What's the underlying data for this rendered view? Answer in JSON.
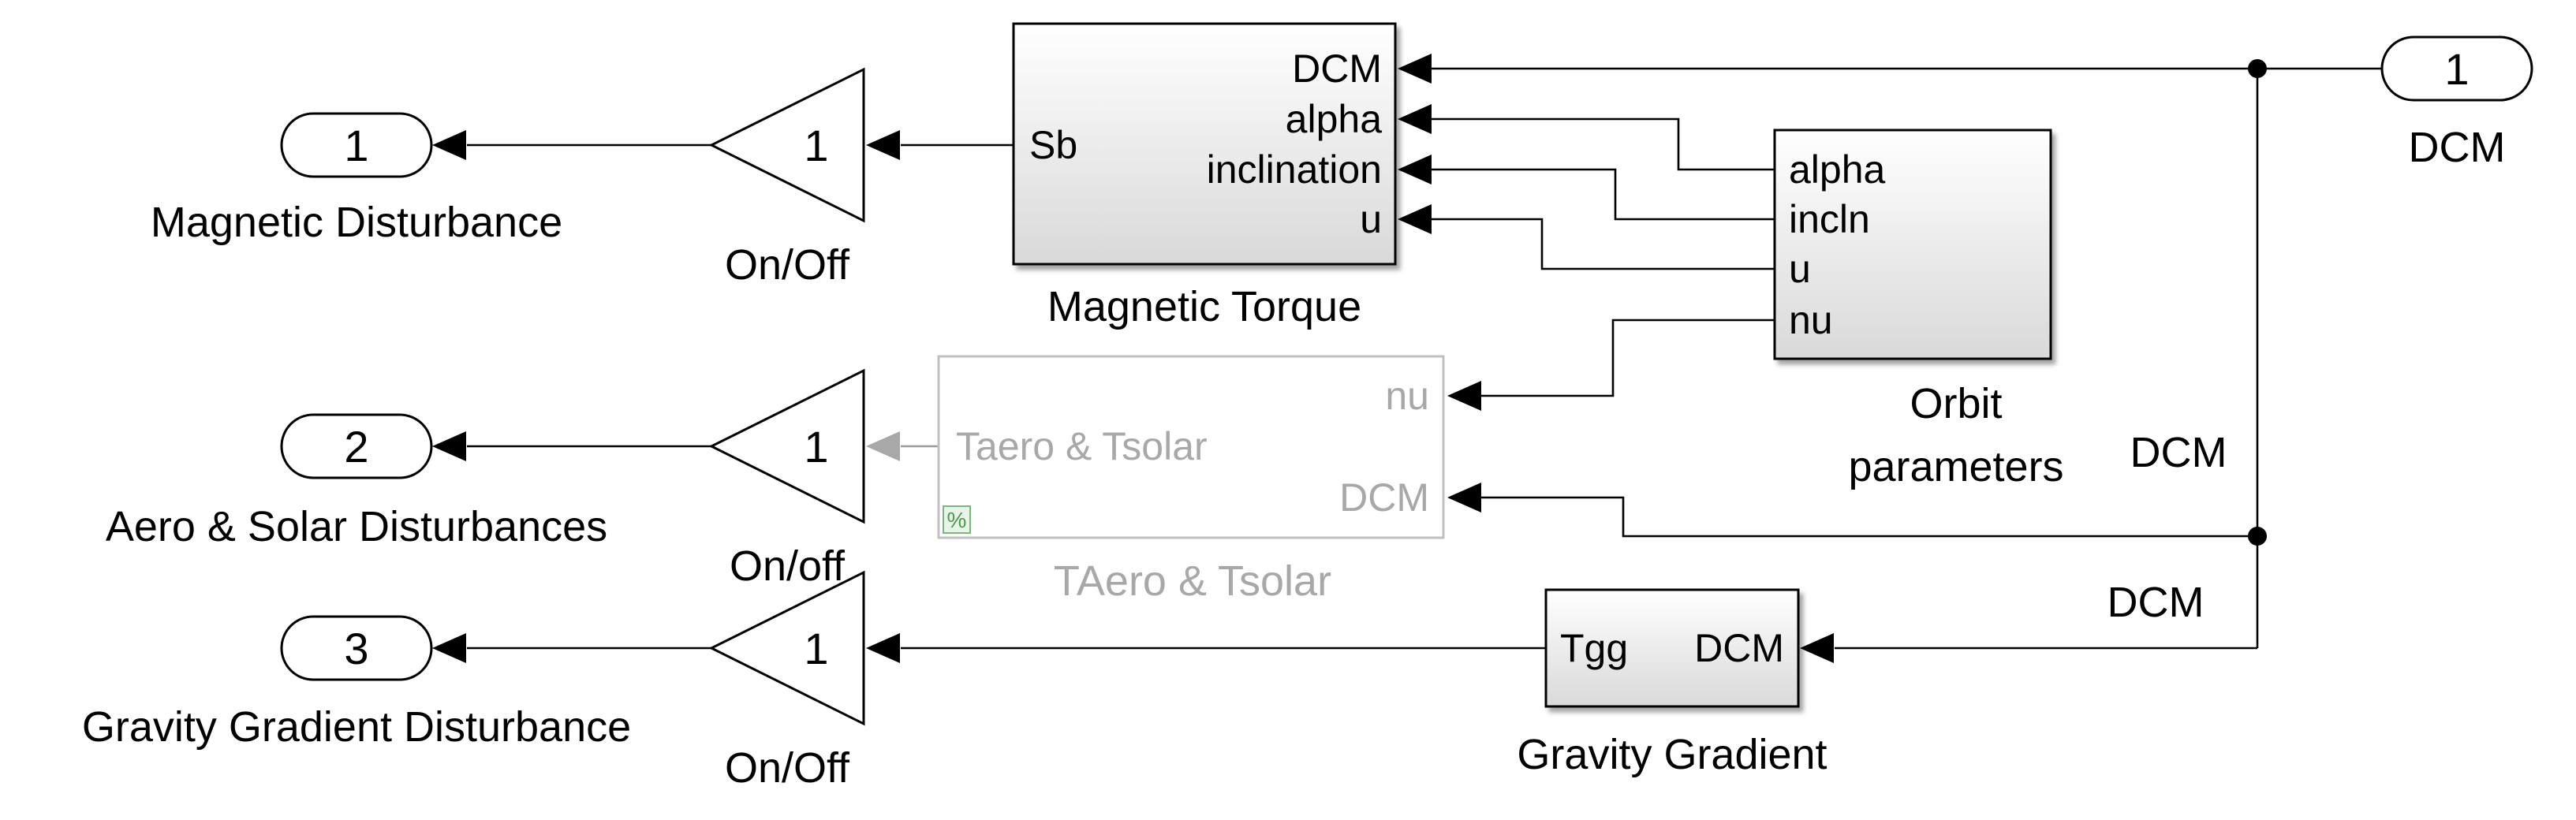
{
  "diagram": {
    "blocks": {
      "magnetic_torque": {
        "name": "Magnetic Torque",
        "inputs": [
          "DCM",
          "alpha",
          "inclination",
          "u"
        ],
        "output": "Sb"
      },
      "orbit_parameters": {
        "name_line1": "Orbit",
        "name_line2": "parameters",
        "outputs": [
          "alpha",
          "incln",
          "u",
          "nu"
        ]
      },
      "taero_tsolar": {
        "name": "TAero & Tsolar",
        "inputs": [
          "nu",
          "DCM"
        ],
        "output": "Taero & Tsolar",
        "badge": "%",
        "commented_out": true
      },
      "gravity_gradient": {
        "name": "Gravity Gradient",
        "input": "DCM",
        "output": "Tgg"
      }
    },
    "gains": [
      {
        "value": "1",
        "label": "On/Off"
      },
      {
        "value": "1",
        "label": "On/off"
      },
      {
        "value": "1",
        "label": "On/Off"
      }
    ],
    "outports": [
      {
        "number": "1",
        "name": "Magnetic Disturbance"
      },
      {
        "number": "2",
        "name": "Aero & Solar Disturbances"
      },
      {
        "number": "3",
        "name": "Gravity Gradient Disturbance"
      }
    ],
    "inport": {
      "number": "1",
      "name": "DCM"
    },
    "signal_labels": [
      "DCM",
      "DCM"
    ]
  }
}
